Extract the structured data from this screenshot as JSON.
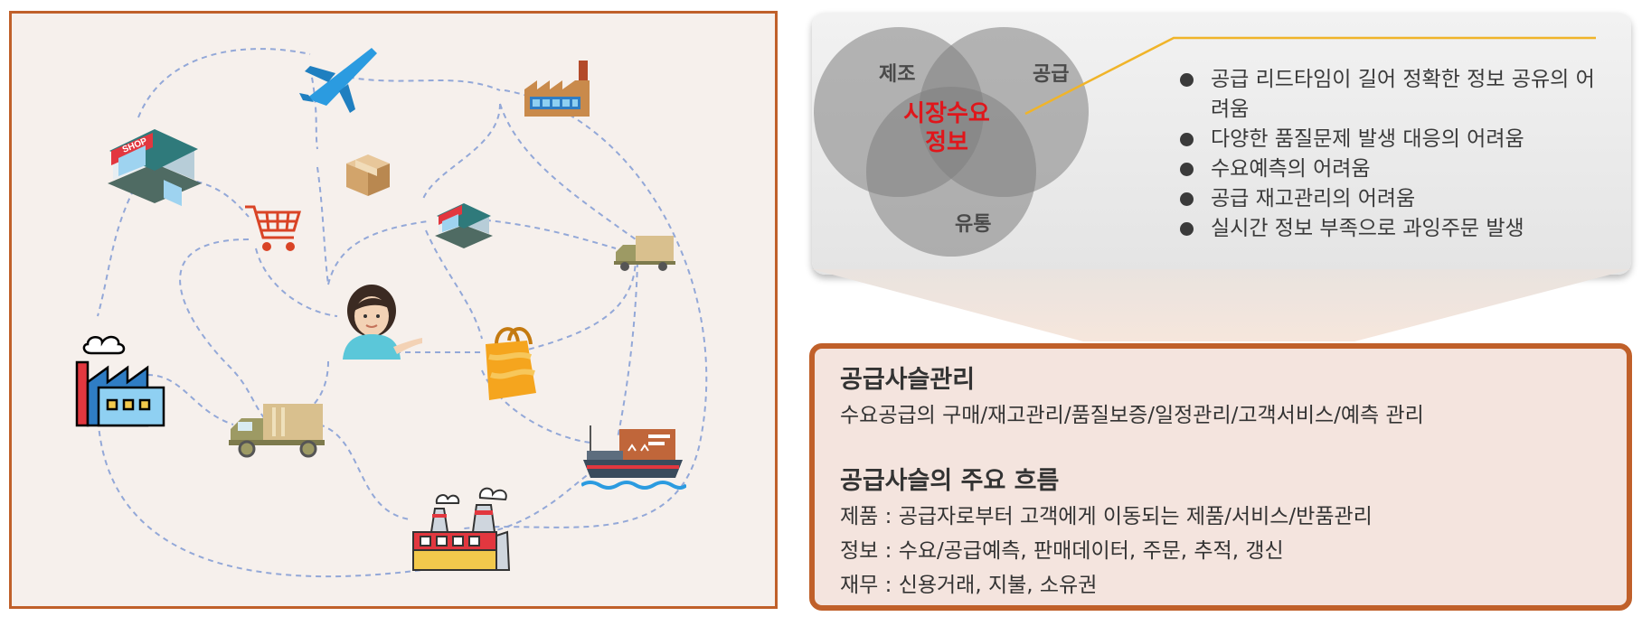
{
  "map": {
    "icons": {
      "shop": "shop-icon",
      "airplane": "airplane-icon",
      "factory_top": "factory-icon",
      "box": "box-icon",
      "cart": "shopping-cart-icon",
      "small_shop": "small-shop-icon",
      "small_truck": "small-truck-icon",
      "person": "person-icon",
      "factory_left": "factory-icon",
      "shopping_bag": "shopping-bag-icon",
      "truck": "truck-icon",
      "ship": "cargo-ship-icon",
      "factory_bottom": "factory-icon"
    },
    "shop_sign": "SHOP",
    "colors": {
      "border": "#c0602a",
      "background": "#f6f0ec",
      "route": "#93a8d8"
    }
  },
  "venn": {
    "labels": {
      "manufacturing": "제조",
      "supply": "공급",
      "distribution": "유통"
    },
    "center_line1": "시장수요",
    "center_line2": "정보",
    "issues": [
      "공급 리드타임이 길어 정확한 정보 공유의 어려움",
      "다양한 품질문제 발생 대응의 어려움",
      "수요예측의 어려움",
      "공급 재고관리의 어려움",
      "실시간 정보 부족으로 과잉주문 발생"
    ],
    "colors": {
      "center_text": "#e0161b",
      "leader_line": "#f0b429"
    }
  },
  "scm": {
    "title": "공급사슬관리",
    "description": "수요공급의 구매/재고관리/품질보증/일정관리/고객서비스/예측 관리",
    "flow_title": "공급사슬의 주요 흐름",
    "flows": [
      "제품 : 공급자로부터 고객에게 이동되는 제품/서비스/반품관리",
      "정보 : 수요/공급예측, 판매데이터, 주문, 추적, 갱신",
      "재무 : 신용거래, 지불, 소유권"
    ],
    "colors": {
      "border": "#c0602a",
      "background": "#f4e4de"
    }
  }
}
